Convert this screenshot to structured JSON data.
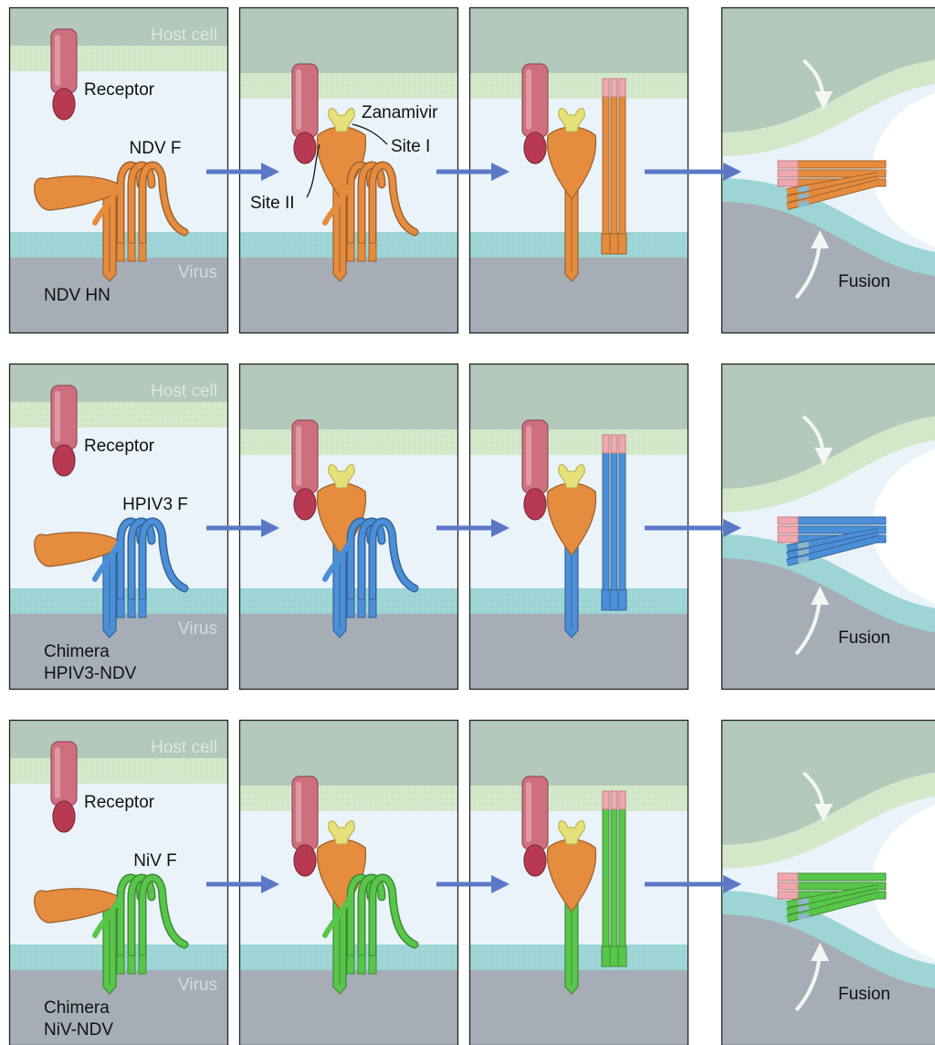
{
  "regions": {
    "host_cell": "Host cell",
    "virus": "Virus"
  },
  "colors": {
    "host_bg": "#b2c9bb",
    "host_membrane": "#d3e8c8",
    "gap": "#e9f3f9",
    "virus_membrane": "#9dd5d6",
    "virus_bg": "#a6adb6",
    "frame": "#222222",
    "receptor": "#cf6f7e",
    "receptor_head": "#b83a52",
    "hn_head": "#e58c3f",
    "zanamivir": "#e6e07a",
    "arrow": "#5b78c7",
    "fusion_peptide": "#f0a8ae",
    "ndv_f": "#e58c3f",
    "hpiv3_f": "#4b8fd8",
    "niv_f": "#58c64a"
  },
  "rows": [
    {
      "id": "ndv",
      "f_label": "NDV F",
      "stalk_label_lines": [
        "NDV HN"
      ],
      "f_color_key": "ndv_f",
      "stalk_color_key": "ndv_f",
      "receptor_label": "Receptor",
      "fusion_label": "Fusion",
      "annotations": {
        "zanamivir": "Zanamivir",
        "site_one": "Site I",
        "site_two": "Site II"
      }
    },
    {
      "id": "hpiv3",
      "f_label": "HPIV3 F",
      "stalk_label_lines": [
        "Chimera",
        "HPIV3-NDV"
      ],
      "f_color_key": "hpiv3_f",
      "stalk_color_key": "hpiv3_f",
      "receptor_label": "Receptor",
      "fusion_label": "Fusion"
    },
    {
      "id": "niv",
      "f_label": "NiV F",
      "stalk_label_lines": [
        "Chimera",
        "NiV-NDV"
      ],
      "f_color_key": "niv_f",
      "stalk_color_key": "niv_f",
      "receptor_label": "Receptor",
      "fusion_label": "Fusion"
    }
  ]
}
